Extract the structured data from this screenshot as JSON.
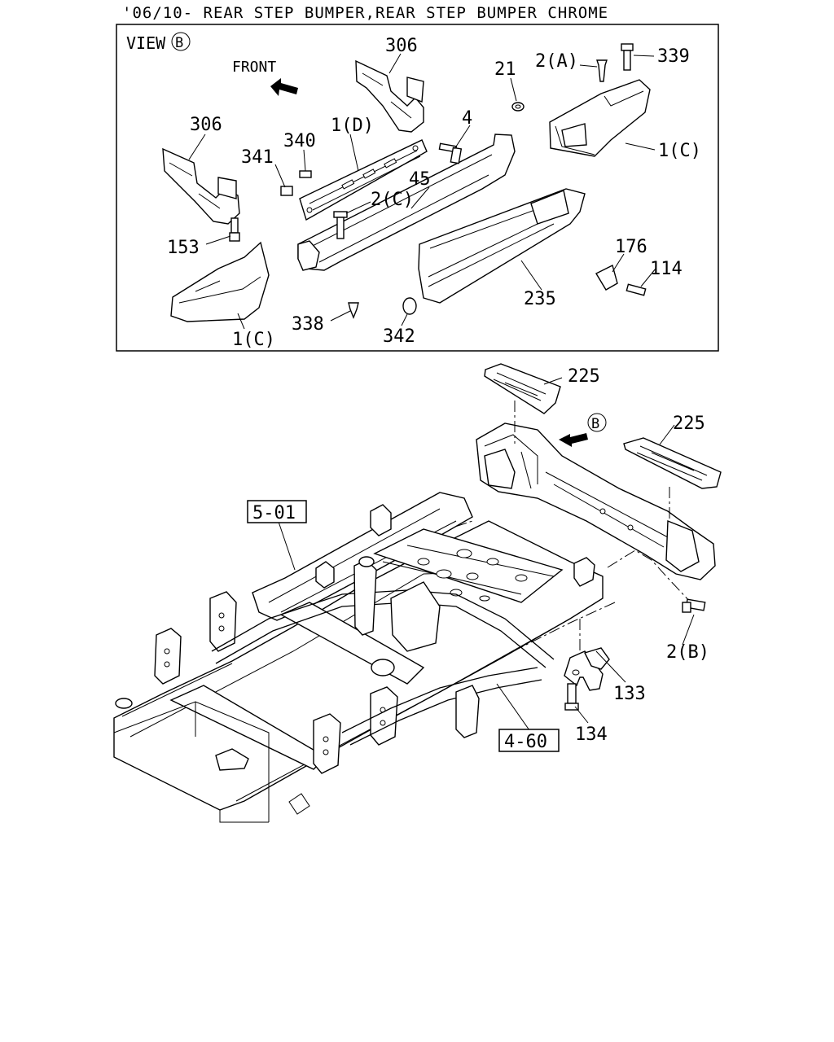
{
  "title": "'06/10- REAR STEP BUMPER,REAR STEP BUMPER CHROME",
  "view_box": {
    "label": "VIEW",
    "marker": "B",
    "front_label": "FRONT"
  },
  "main_view": {
    "view_marker": "B"
  },
  "callouts": {
    "p306_top": "306",
    "p306_left": "306",
    "p21": "21",
    "p2a": "2(A)",
    "p339": "339",
    "p1d": "1(D)",
    "p4": "4",
    "p340": "340",
    "p341": "341",
    "p45": "45",
    "p2c": "2(C)",
    "p1c_right": "1(C)",
    "p153": "153",
    "p176": "176",
    "p114": "114",
    "p235": "235",
    "p338": "338",
    "p342": "342",
    "p1c_left": "1(C)",
    "p225_top": "225",
    "p225_right": "225",
    "p2b": "2(B)",
    "p133": "133",
    "p134": "134"
  },
  "refs": {
    "frame": "5-01",
    "suspension": "4-60"
  }
}
